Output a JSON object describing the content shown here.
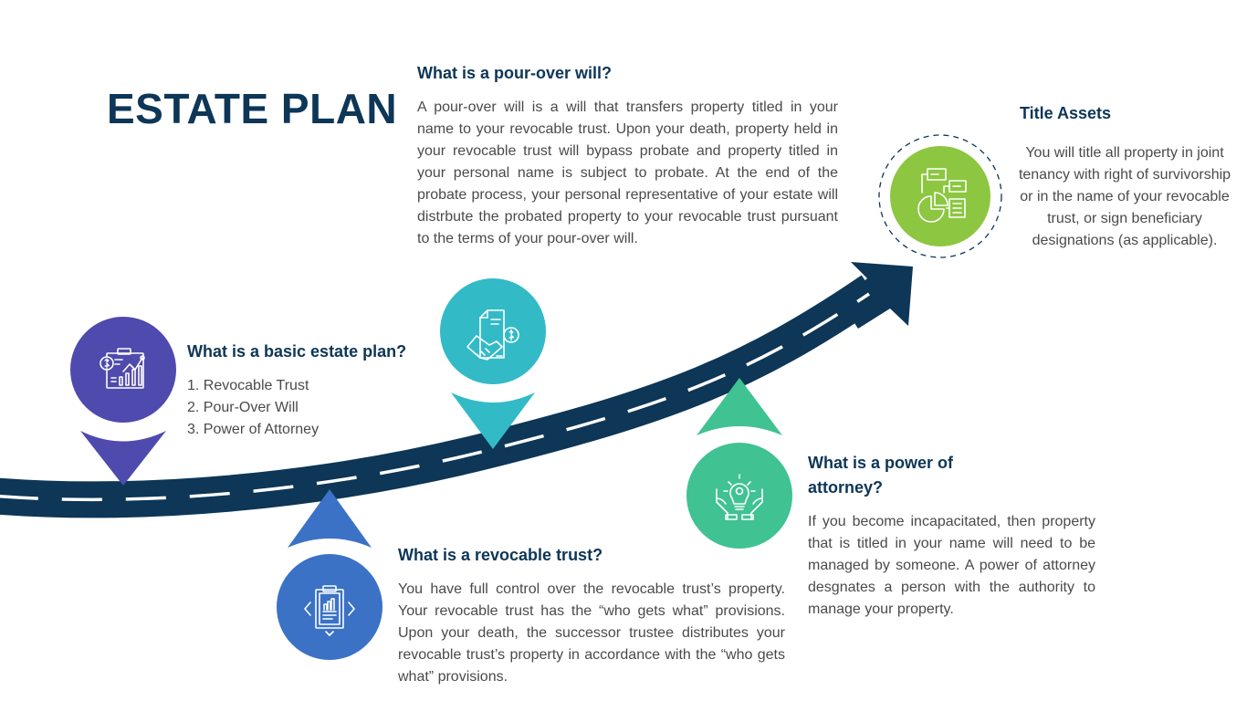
{
  "title": "ESTATE PLAN",
  "colors": {
    "navy": "#0d3657",
    "purple": "#4f4aad",
    "teal": "#33bac7",
    "blue": "#3b72c6",
    "green": "#40c293",
    "lime": "#8dc641"
  },
  "milestones": {
    "basic_plan": {
      "heading": "What is a basic estate plan?",
      "items": [
        "1. Revocable Trust",
        "2. Pour-Over Will",
        "3. Power of Attorney"
      ],
      "icon": "financial-report-icon"
    },
    "pour_over_will": {
      "heading": "What is a pour-over will?",
      "body": "A pour-over will is a will that transfers property titled in your name to your revocable trust. Upon your death, property held in your revocable trust will bypass probate and property titled in your personal name is subject to probate. At the end of the probate process, your personal representative of your estate will distrbute the probated property to your revocable trust pursuant to the terms of your pour-over will.",
      "icon": "handshake-contract-icon"
    },
    "revocable_trust": {
      "heading": "What is a revocable trust?",
      "body": "You have full control over the revocable trust’s property. Your revocable trust has the “who gets what” provisions. Upon your death, the successor trustee distributes your revocable trust’s property in accordance with the “who gets what” provisions.",
      "icon": "clipboard-chart-icon"
    },
    "power_of_attorney": {
      "heading": "What is a power of attorney?",
      "body": "If you become incapacitated, then property that is titled in your name will need to be managed by someone. A power of attorney desgnates a person with the authority to manage your property.",
      "icon": "hands-lightbulb-icon"
    },
    "title_assets": {
      "heading": "Title Assets",
      "body": "You will title all property in joint tenancy with right of survivorship or in the name of your revocable trust, or sign beneficiary designations (as applicable).",
      "icon": "documents-pie-chart-icon"
    }
  }
}
